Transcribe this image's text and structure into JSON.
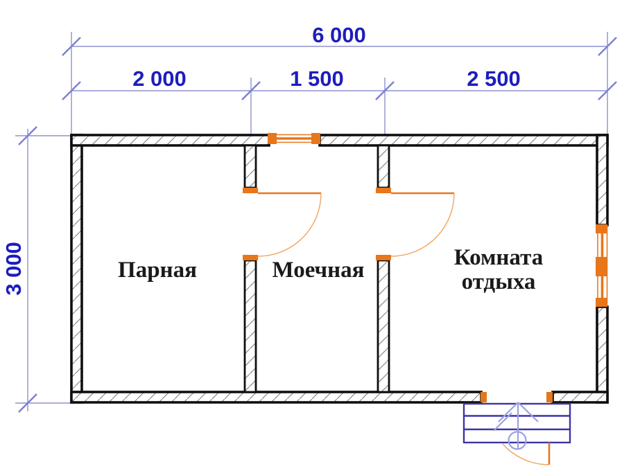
{
  "title": "Bathhouse floor plan 6000 x 3000",
  "colors": {
    "wall": "#0f0f0f",
    "hatch": "#8a8a8a",
    "dimension_line": "#8d90d2",
    "dimension_text": "#1d1dbe",
    "joinery_orange": "#e8761a",
    "porch_blue": "#3b35a6",
    "stair_arrow_blue": "#9ba2df",
    "room_text": "#1a1a1a"
  },
  "dimensions": {
    "overall_width": "6 000",
    "width_segments": [
      "2 000",
      "1 500",
      "2 500"
    ],
    "overall_depth": "3 000"
  },
  "rooms": [
    {
      "name": "Парная"
    },
    {
      "name": "Моечная"
    },
    {
      "name_line1": "Комната",
      "name_line2": "отдыха"
    }
  ]
}
